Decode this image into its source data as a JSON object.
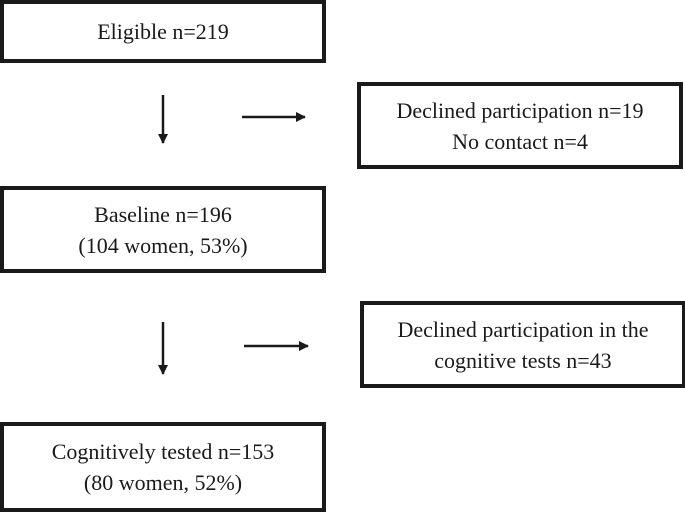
{
  "flowchart": {
    "eligible": {
      "line1": "Eligible n=219"
    },
    "declined_first": {
      "line1": "Declined participation n=19",
      "line2": "No contact n=4"
    },
    "baseline": {
      "line1": "Baseline n=196",
      "line2": "(104 women, 53%)"
    },
    "declined_second": {
      "line1": "Declined participation in the",
      "line2": "cognitive tests n=43"
    },
    "tested": {
      "line1": "Cognitively tested n=153",
      "line2": "(80 women, 52%)"
    }
  },
  "colors": {
    "stroke": "#1a1a1a",
    "background": "#ffffff"
  }
}
